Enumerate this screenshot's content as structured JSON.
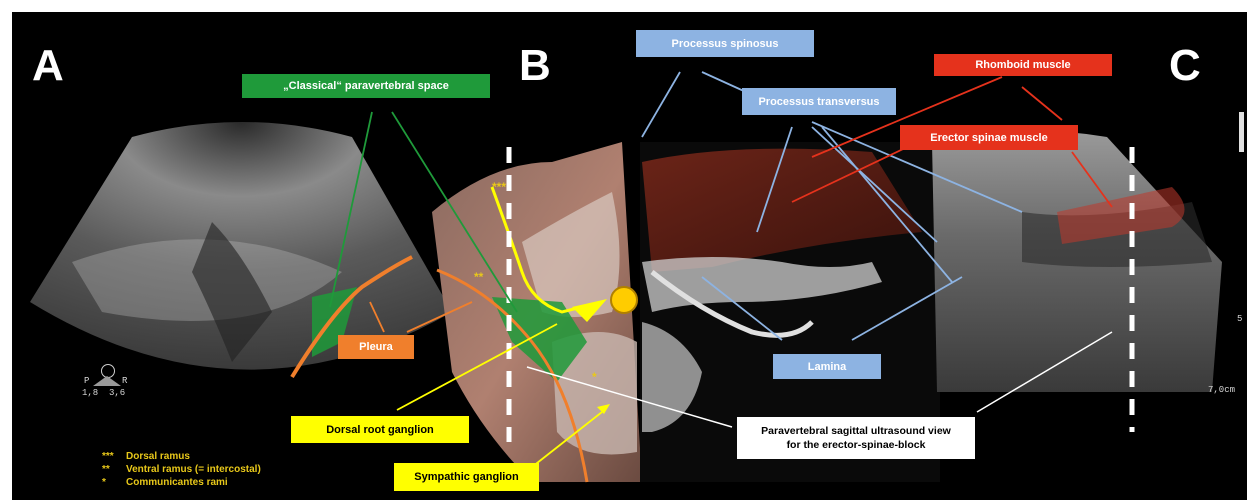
{
  "panels": {
    "a": "A",
    "b": "B",
    "c": "C"
  },
  "labels": {
    "classical_space": "„Classical“ paravertebral space",
    "processus_spinosus": "Processus spinosus",
    "processus_transversus": "Processus transversus",
    "rhomboid": "Rhomboid muscle",
    "erector": "Erector spinae muscle",
    "pleura": "Pleura",
    "lamina": "Lamina",
    "dorsal_root": "Dorsal root ganglion",
    "sympathic": "Sympathic ganglion",
    "sagittal_line1": "Paravertebral sagittal ultrasound view",
    "sagittal_line2": "for the erector-spinae-block"
  },
  "legend": [
    {
      "mark": "***",
      "text": "Dorsal ramus"
    },
    {
      "mark": "**",
      "text": "Ventral ramus (= intercostal)"
    },
    {
      "mark": "*",
      "text": "Communicantes rami"
    }
  ],
  "probe": {
    "p": "P",
    "r": "R",
    "nums": "1,8  3,6"
  },
  "depth": "7,0cm",
  "image_marks": {
    "triple": "***",
    "double": "**",
    "single": "*",
    "scale": "5"
  },
  "colors": {
    "green": "#1f9a3a",
    "orange": "#f07f2c",
    "yellow": "#ffff00",
    "red": "#e5321c",
    "blue": "#8db3e2"
  }
}
